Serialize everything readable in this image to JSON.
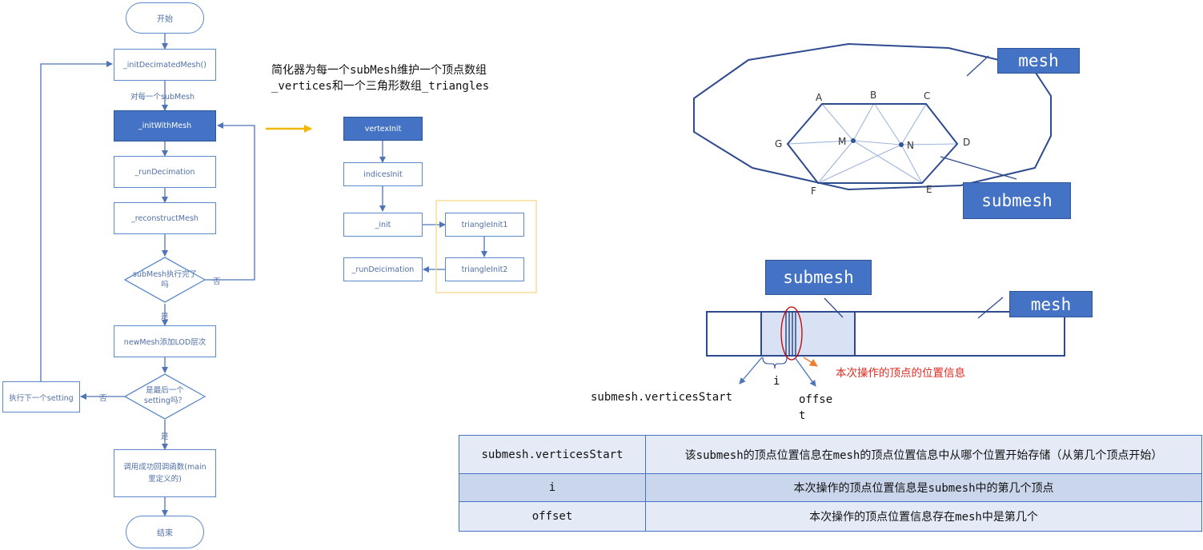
{
  "flowchart": {
    "start": "开始",
    "init_decimated_mesh": "_initDecimatedMesh()",
    "per_submesh": "对每一个subMesh",
    "init_with_mesh": "_initWithMesh",
    "run_decimation": "_runDecimation",
    "reconstruct_mesh": "_reconstructMesh",
    "submesh_done": "subMesh执行完了吗",
    "no_label_1": "否",
    "yes_label_1": "是",
    "new_mesh_lod": "newMesh添加LOD层次",
    "last_setting": "是最后一个setting吗？",
    "no_label_2": "否",
    "yes_label_2": "是",
    "next_setting": "执行下一个setting",
    "callback": "调用成功回调函数(main里定义的)",
    "end": "结束"
  },
  "detail_flow": {
    "note": "简化器为每一个subMesh维护一个顶点数组_vertices和一个三角形数组_triangles",
    "vertex_init": "vertexInit",
    "indices_init": "indicesInit",
    "init": "_init",
    "run_decimation": "_runDeicimation",
    "triangle_init_1": "triangleInit1",
    "triangle_init_2": "triangleInit2"
  },
  "mesh_diagram": {
    "mesh_label": "mesh",
    "submesh_label": "submesh",
    "vertices": [
      "A",
      "B",
      "C",
      "D",
      "E",
      "F",
      "G",
      "M",
      "N"
    ]
  },
  "array_diagram": {
    "submesh_label": "submesh",
    "mesh_label": "mesh",
    "red_note": "本次操作的顶点的位置信息",
    "vertices_start": "submesh.verticesStart",
    "i_label": "i",
    "offset_label": "offset"
  },
  "table": {
    "rows": [
      {
        "key": "submesh.verticesStart",
        "desc": "该submesh的顶点位置信息在mesh的顶点位置信息中从哪个位置开始存储（从第几个顶点开始）"
      },
      {
        "key": "i",
        "desc": "本次操作的顶点位置信息是submesh中的第几个顶点"
      },
      {
        "key": "offset",
        "desc": "本次操作的顶点位置信息存在mesh中是第几个"
      }
    ]
  },
  "colors": {
    "accent": "#4472c4",
    "arrow": "#5b8ac9",
    "yellow_arrow": "#f2b800",
    "red": "#e0281e",
    "orange": "#ed7d31"
  }
}
